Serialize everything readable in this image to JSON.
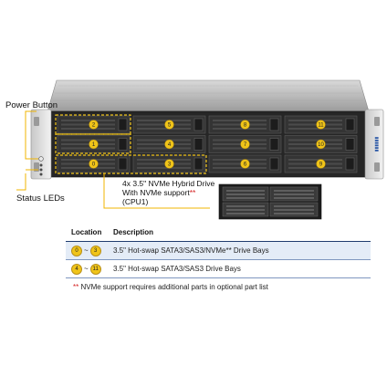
{
  "callouts": {
    "power_button": "Power Button",
    "status_leds": "Status LEDs"
  },
  "nvme_note": {
    "line1": "4x 3.5\" NVMe Hybrid Drive",
    "line2_prefix": "With NVMe  support",
    "line2_mark": "**",
    "line3": "(CPU1)"
  },
  "bays": {
    "row1": [
      "2",
      "5",
      "8",
      "11"
    ],
    "row2": [
      "1",
      "4",
      "7",
      "10"
    ],
    "row3": [
      "0",
      "3",
      "6",
      "9"
    ]
  },
  "table": {
    "headers": {
      "location": "Location",
      "description": "Description"
    },
    "rows": [
      {
        "loc_start": "0",
        "loc_sep": "~",
        "loc_end": "3",
        "description": "3.5\" Hot-swap SATA3/SAS3/NVMe** Drive Bays"
      },
      {
        "loc_start": "4",
        "loc_sep": "~",
        "loc_end": "11",
        "description": "3.5\" Hot-swap SATA3/SAS3 Drive Bays"
      }
    ]
  },
  "footnote": {
    "mark": "**",
    "text": " NVMe support requires additional parts in optional part list"
  },
  "colors": {
    "badge": "#f0c419",
    "highlight_dash": "#f0c419",
    "leader_line": "#f0b400",
    "table_band": "#e4ecf7",
    "accent_red": "#d42020"
  }
}
